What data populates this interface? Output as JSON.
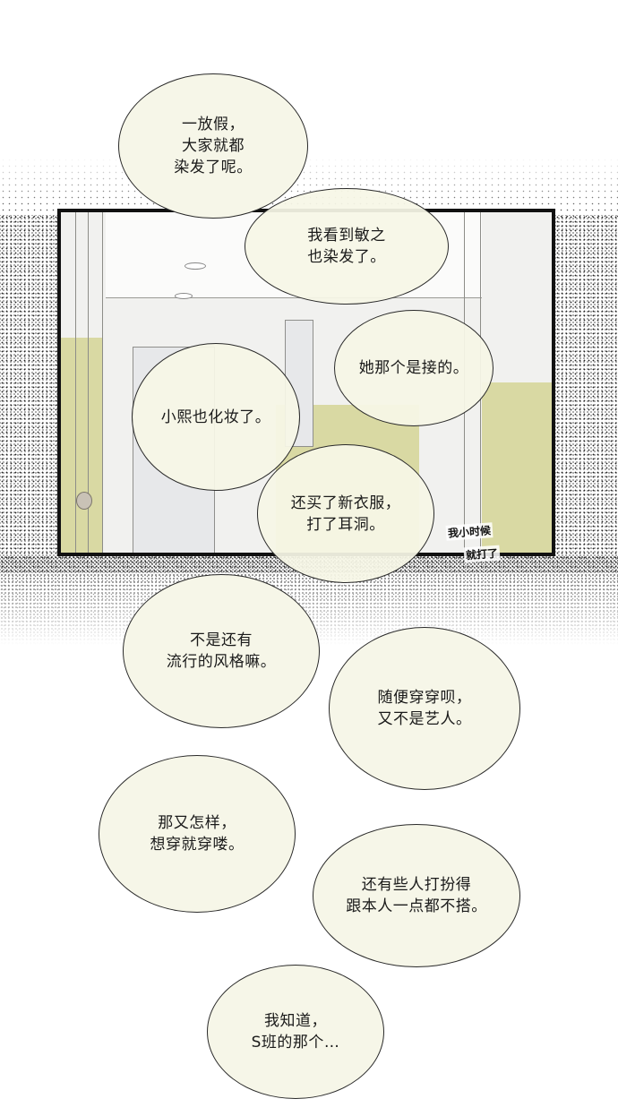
{
  "page": {
    "type": "webtoon-panel",
    "colors": {
      "bubble_fill": "#f6f6e8",
      "bubble_outline": "#2a2a2a",
      "wall_green": "#d9d9a3",
      "panel_border": "#111111",
      "background": "#ffffff"
    }
  },
  "bubbles": [
    {
      "id": "b1",
      "text": "一放假，\n大家就都\n染发了呢。"
    },
    {
      "id": "b2",
      "text": "我看到敏之\n也染发了。"
    },
    {
      "id": "b3",
      "text": "她那个是接的。"
    },
    {
      "id": "b4",
      "text": "小熙也化妆了。"
    },
    {
      "id": "b5",
      "text": "还买了新衣服，\n打了耳洞。"
    },
    {
      "id": "b6",
      "text": "不是还有\n流行的风格嘛。"
    },
    {
      "id": "b7",
      "text": "随便穿穿呗，\n又不是艺人。"
    },
    {
      "id": "b8",
      "text": "那又怎样，\n想穿就穿喽。"
    },
    {
      "id": "b9",
      "text": "还有些人打扮得\n跟本人一点都不搭。"
    },
    {
      "id": "b10",
      "text": "我知道，\nS班的那个…"
    }
  ],
  "sfx": {
    "line1": "我小时候",
    "line2": "就打了"
  }
}
